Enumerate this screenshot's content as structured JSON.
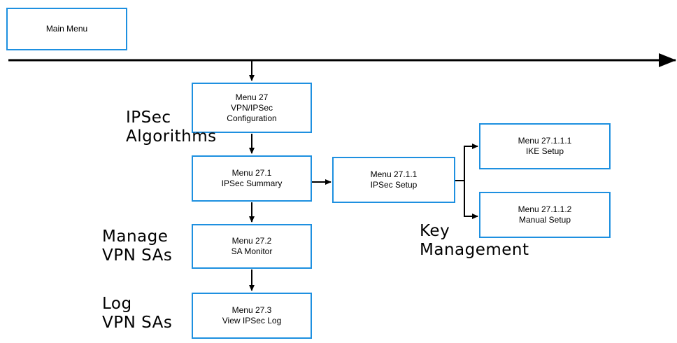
{
  "boxes": {
    "main_menu": [
      "Main Menu"
    ],
    "menu_27": [
      "Menu 27",
      "VPN/IPSec",
      "Configuration"
    ],
    "menu_27_1": [
      "Menu 27.1",
      "IPSec Summary"
    ],
    "menu_27_1_1": [
      "Menu 27.1.1",
      "IPSec Setup"
    ],
    "menu_27_1_1_1": [
      "Menu 27.1.1.1",
      "IKE Setup"
    ],
    "menu_27_1_1_2": [
      "Menu 27.1.1.2",
      "Manual Setup"
    ],
    "menu_27_2": [
      "Menu 27.2",
      "SA Monitor"
    ],
    "menu_27_3": [
      "Menu 27.3",
      "View IPSec Log"
    ]
  },
  "labels": {
    "ipsec_algorithms": [
      "IPSec",
      "Algorithms"
    ],
    "manage_vpn_sas": [
      "Manage",
      "VPN SAs"
    ],
    "log_vpn_sas": [
      "Log",
      "VPN SAs"
    ],
    "key_management": [
      "Key",
      "Management"
    ]
  },
  "colors": {
    "box_border": "#1e90e0",
    "line": "#000000"
  }
}
